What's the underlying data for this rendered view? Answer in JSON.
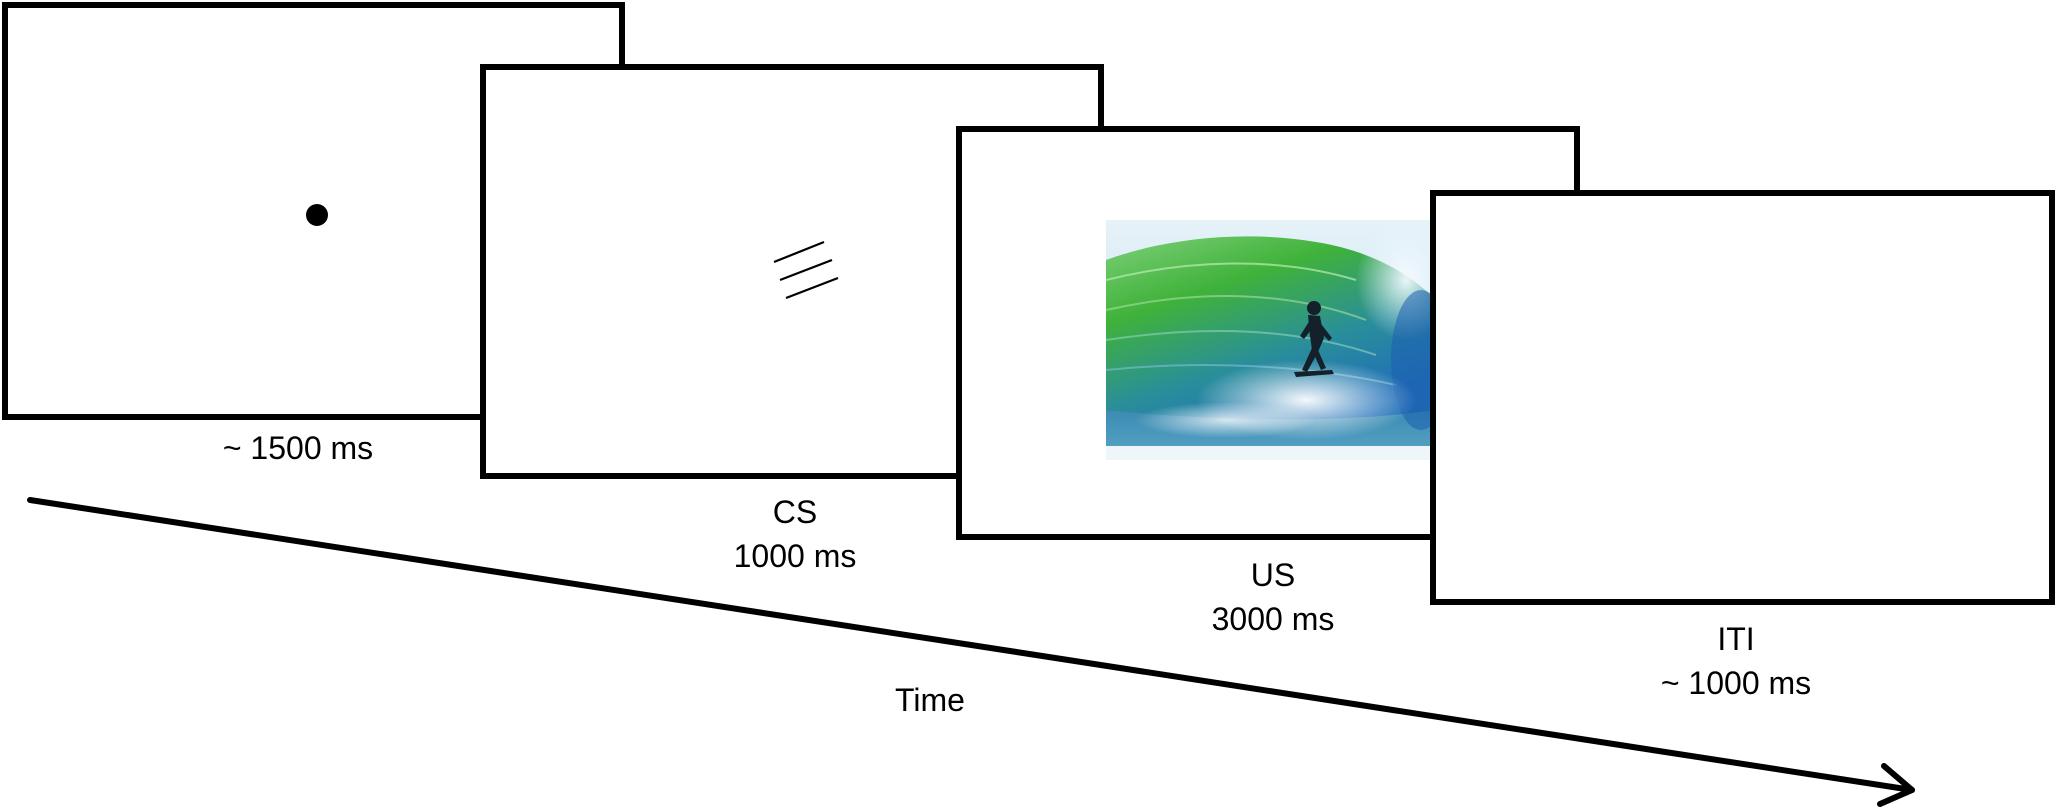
{
  "screens": [
    {
      "id": "fixation",
      "stimulus": "fixation-dot",
      "label_lines": [
        "~ 1500 ms"
      ]
    },
    {
      "id": "cs",
      "stimulus": "oblique-grating",
      "label_lines": [
        "CS",
        "1000 ms"
      ]
    },
    {
      "id": "us",
      "stimulus": "surfer-wave-photo",
      "label_lines": [
        "US",
        "3000 ms"
      ]
    },
    {
      "id": "iti",
      "stimulus": "blank",
      "label_lines": [
        "ITI",
        "~ 1000 ms"
      ]
    }
  ],
  "time_axis": {
    "label": "Time"
  },
  "colors": {
    "frame": "#000000",
    "background": "#ffffff",
    "wave_green": "#3fb23a",
    "wave_blue": "#1f6fb8",
    "sky": "#cfe6f2"
  }
}
